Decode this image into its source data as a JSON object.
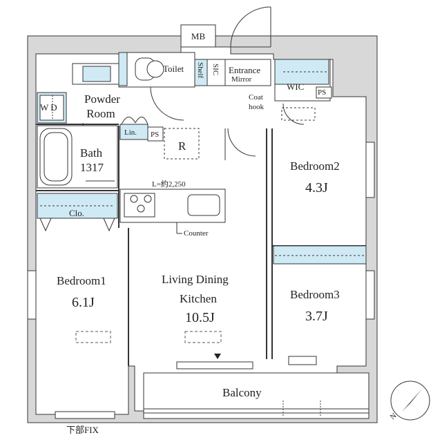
{
  "rooms": {
    "mb": "MB",
    "toilet": "Toilet",
    "shelf": "Shelf",
    "sic": "SIC",
    "entrance": "Entrance",
    "mirror": "Mirror",
    "wic": "WIC",
    "ps_top": "PS",
    "wd": "W D",
    "powder_room_1": "Powder",
    "powder_room_2": "Room",
    "coat_hook_1": "Coat",
    "coat_hook_2": "hook",
    "linen": "Lin.",
    "ps_mid": "PS",
    "refrigerator": "R",
    "bath_name": "Bath",
    "bath_size": "1317",
    "bedroom2_name": "Bedroom2",
    "bedroom2_size": "4.3J",
    "counter_length": "L=約2,250",
    "closet": "Clo.",
    "counter": "Counter",
    "bedroom1_name": "Bedroom1",
    "bedroom1_size": "6.1J",
    "ldk_name_1": "Living Dining",
    "ldk_name_2": "Kitchen",
    "ldk_size": "10.5J",
    "bedroom3_name": "Bedroom3",
    "bedroom3_size": "3.7J",
    "balcony": "Balcony",
    "fixed_window": "下部FIX"
  },
  "compass": {
    "label": "N"
  },
  "colors": {
    "storage_fill": "#cfeaf4",
    "wall_fill": "#d8d8d8",
    "line": "#333333"
  }
}
